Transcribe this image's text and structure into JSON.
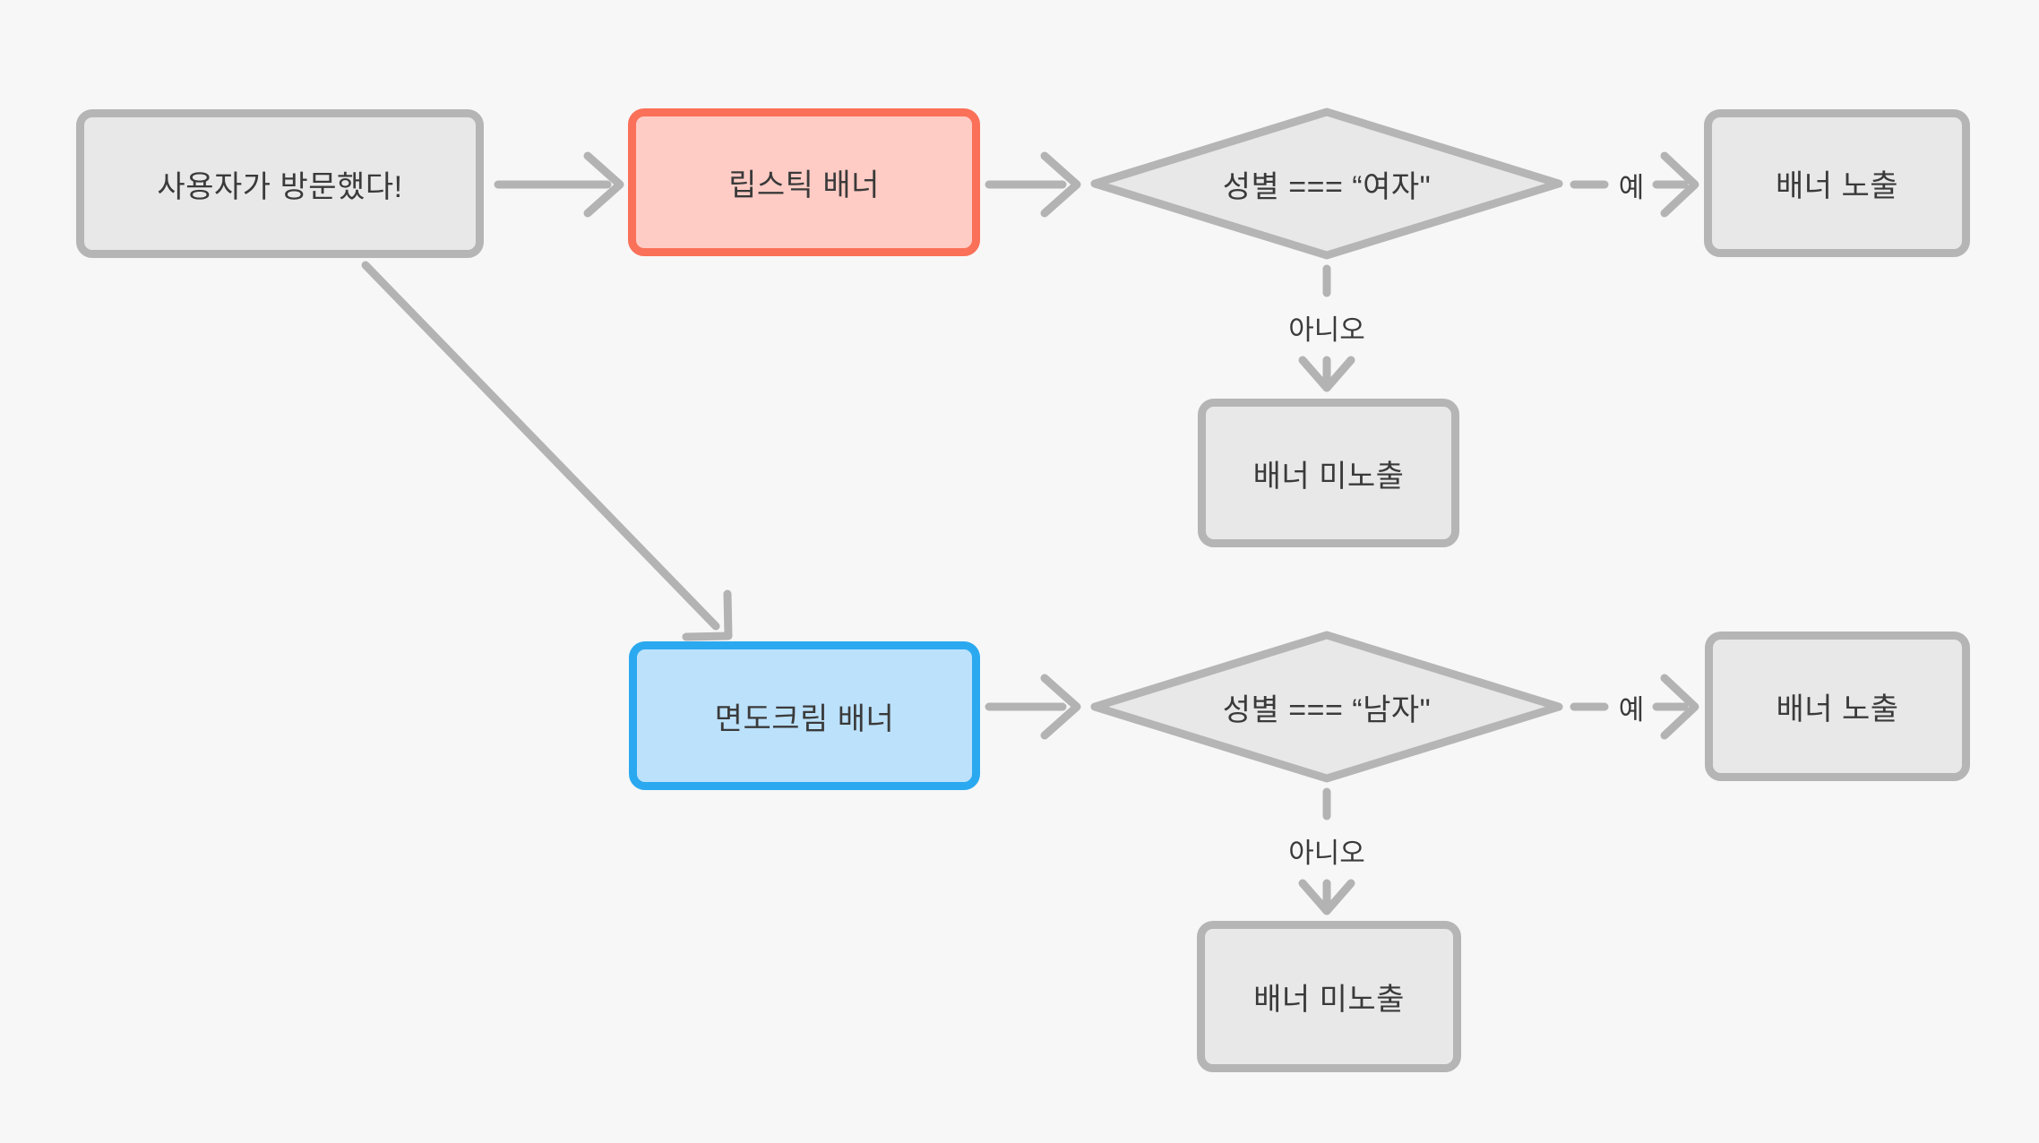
{
  "nodes": {
    "start": {
      "label": "사용자가 방문했다!",
      "variant": "gray"
    },
    "lipstick": {
      "label": "립스틱 배너",
      "variant": "red"
    },
    "female_check": {
      "label": "성별 === “여자\"",
      "variant": "diamond"
    },
    "expose_top": {
      "label": "배너 노출",
      "variant": "gray"
    },
    "hide_top": {
      "label": "배너 미노출",
      "variant": "gray"
    },
    "shaving": {
      "label": "면도크림 배너",
      "variant": "blue"
    },
    "male_check": {
      "label": "성별 === “남자\"",
      "variant": "diamond"
    },
    "expose_bottom": {
      "label": "배너 노출",
      "variant": "gray"
    },
    "hide_bottom": {
      "label": "배너 미노출",
      "variant": "gray"
    }
  },
  "edges": {
    "yes_top": {
      "label": "예"
    },
    "no_top": {
      "label": "아니오"
    },
    "yes_bottom": {
      "label": "예"
    },
    "no_bottom": {
      "label": "아니오"
    }
  },
  "colors": {
    "background": "#f7f7f7",
    "connector": "#b3b3b3",
    "text": "#3a3a3a",
    "node_gray_fill": "#e8e8e8",
    "node_gray_border": "#b5b5b5",
    "node_red_fill": "#ffccc5",
    "node_red_border": "#fa7058",
    "node_blue_fill": "#bce1fb",
    "node_blue_border": "#2ba9f0"
  }
}
